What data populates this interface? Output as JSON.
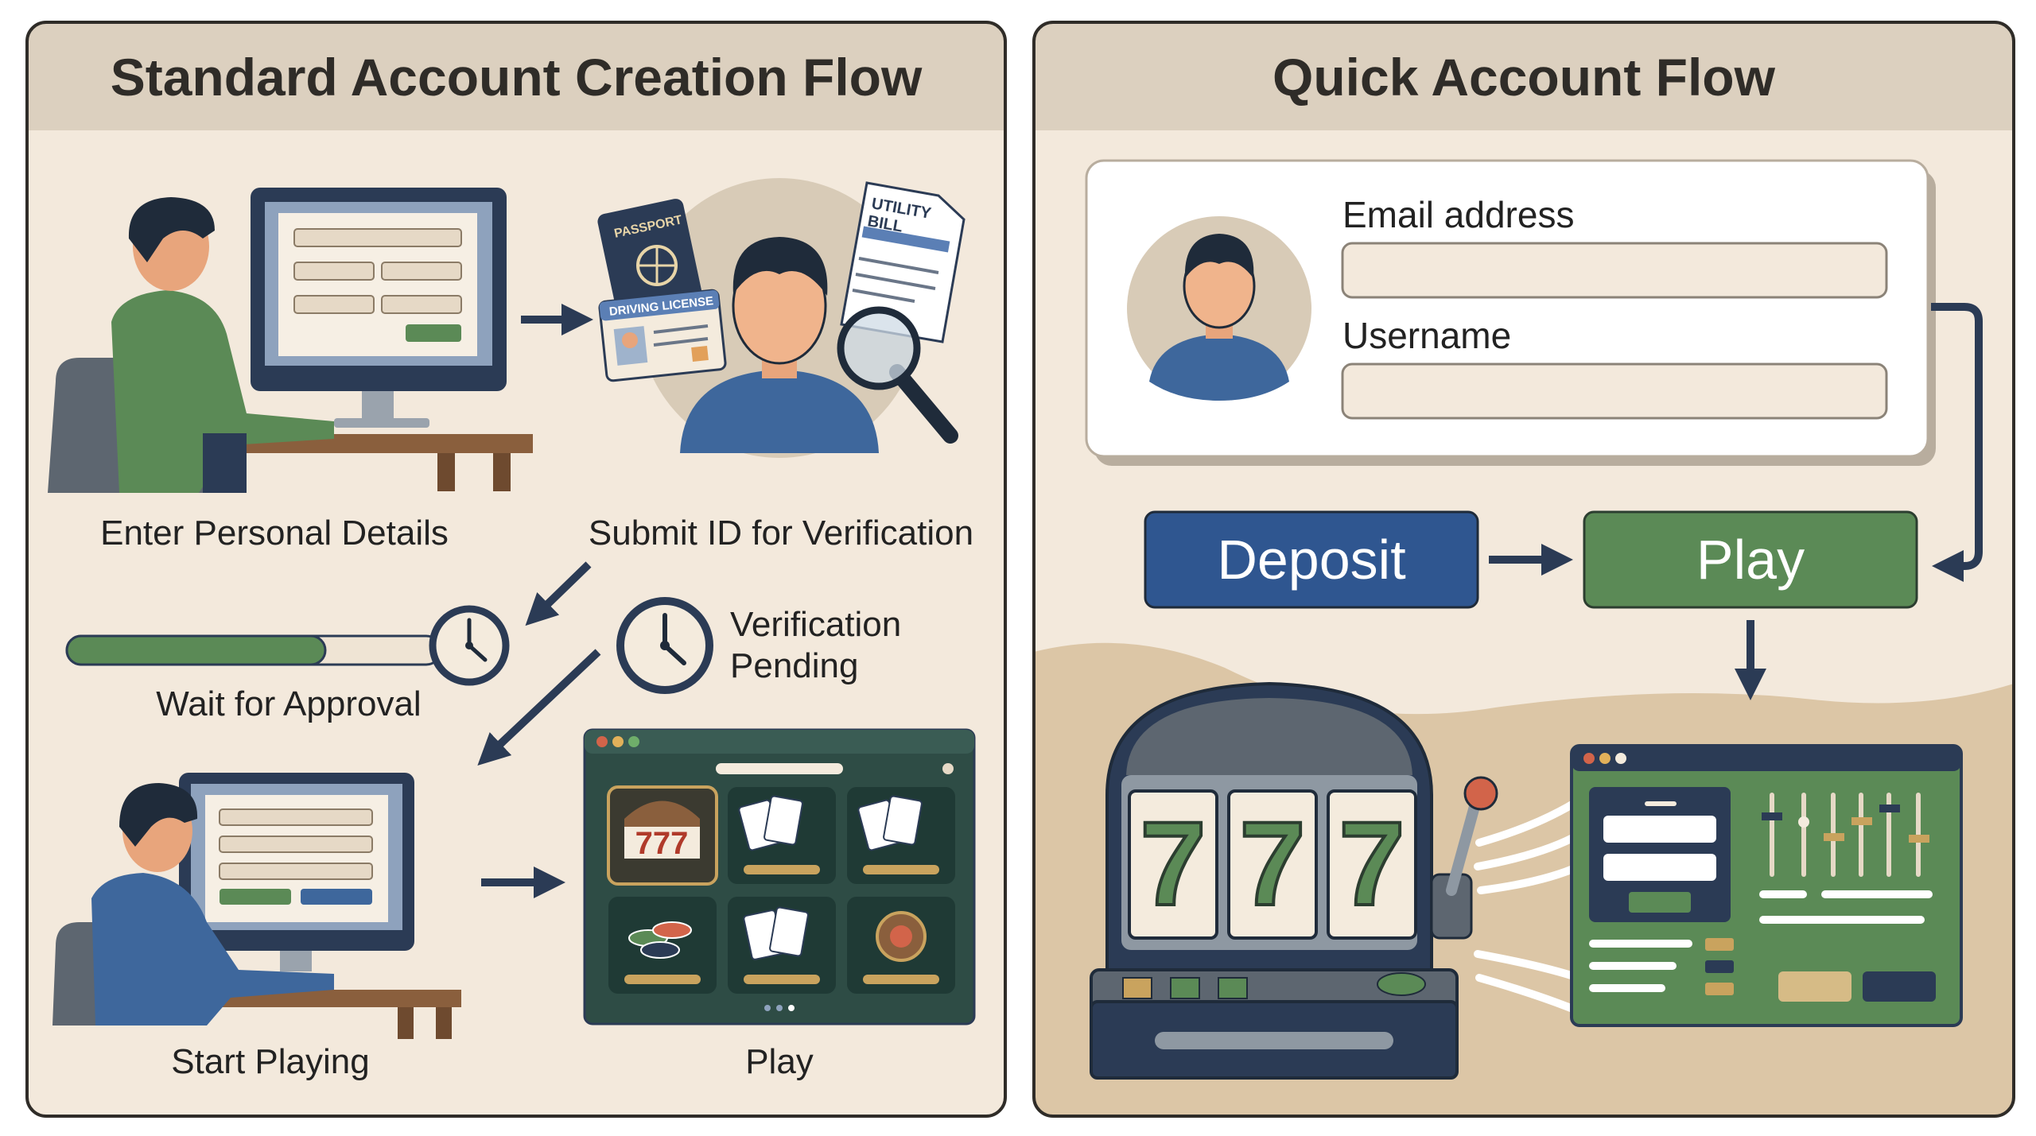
{
  "left_panel": {
    "title": "Standard Account Creation Flow",
    "steps": {
      "enter_details": "Enter Personal Details",
      "submit_id": "Submit ID for Verification",
      "wait": "Wait for Approval",
      "pending_line1": "Verification",
      "pending_line2": "Pending",
      "start": "Start Playing",
      "play": "Play"
    },
    "documents": {
      "passport": "PASSPORT",
      "license": "DRIVING LICENSE",
      "utility_line1": "UTILITY",
      "utility_line2": "BILL"
    },
    "slot_reel": "777"
  },
  "right_panel": {
    "title": "Quick Account Flow",
    "form": {
      "email_label": "Email address",
      "username_label": "Username",
      "email_value": "",
      "username_value": ""
    },
    "deposit_button": "Deposit",
    "play_button": "Play",
    "slot_symbols": [
      "7",
      "7",
      "7"
    ]
  },
  "colors": {
    "panel_bg": "#f3e9dc",
    "header_bg": "#dcd0bf",
    "navy": "#2b3b55",
    "green": "#5b8a56",
    "blue_button": "#2f5690",
    "sand": "#dcc6a6"
  },
  "icons": [
    "person-at-computer-icon",
    "passport-icon",
    "driving-license-icon",
    "utility-bill-icon",
    "magnifier-icon",
    "clock-icon",
    "progress-bar",
    "casino-lobby-window",
    "slot-machine-icon",
    "user-avatar-icon",
    "arrow-icon"
  ]
}
